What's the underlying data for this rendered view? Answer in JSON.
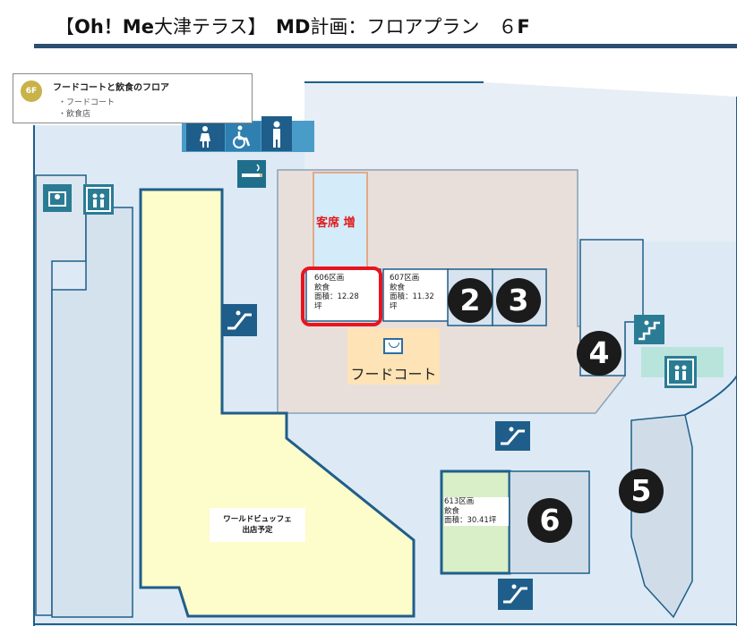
{
  "header": {
    "title_prefix": "【",
    "title_name": "Oh！Me",
    "title_mid": "大津テラス】　",
    "title_plan_strong": "MD",
    "title_plan": "計画：フロアプラン　６",
    "title_floor": "F"
  },
  "legend": {
    "badge": "6F",
    "heading": "フードコートと飲食のフロア",
    "items": [
      "・フードコート",
      "・飲食店"
    ]
  },
  "areas": {
    "seats": "客席 増",
    "food_court": "フードコート",
    "buffet": [
      "ワールドビュッフェ",
      "出店予定"
    ]
  },
  "shops": [
    {
      "id": "606区画",
      "type": "飲食",
      "area": "面積：12.28",
      "unit": "坪"
    },
    {
      "id": "607区画",
      "type": "飲食",
      "area": "面積：11.32",
      "unit": "坪"
    },
    {
      "id": "613区画",
      "type": "飲食",
      "area": "面積：30.41坪"
    }
  ],
  "badges": [
    "2",
    "3",
    "4",
    "5",
    "6"
  ],
  "icons": [
    "female-restroom-icon",
    "wheelchair-restroom-icon",
    "male-restroom-icon",
    "smoking-area-icon",
    "elevator-icon",
    "escalator-icon",
    "stairs-icon",
    "nursing-room-icon"
  ],
  "colors": {
    "wall": "#1f5e8a",
    "corridor": "#ddeaf5",
    "food_zone": "#e8dfdb",
    "buffet": "#fdfccb",
    "food_court": "#fde3b5",
    "highlight": "#e8141e",
    "title_rule": "#2b4f72"
  }
}
